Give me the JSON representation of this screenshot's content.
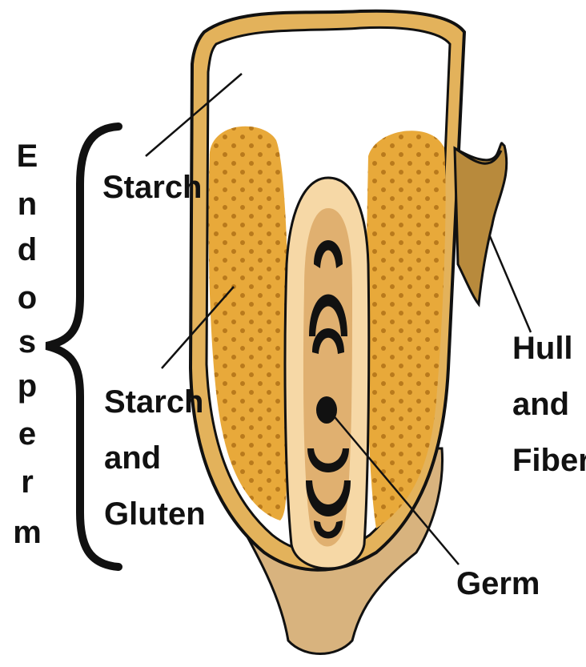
{
  "diagram": {
    "side_label": "Endosperm",
    "side_letters": [
      "E",
      "n",
      "d",
      "o",
      "s",
      "p",
      "e",
      "r",
      "m"
    ],
    "labels": {
      "starch": "Starch",
      "starch_gluten_line1": "Starch",
      "starch_gluten_line2": "and",
      "starch_gluten_line3": "Gluten",
      "hull_line1": "Hull",
      "hull_line2": "and",
      "hull_line3": "Fiber",
      "germ": "Germ"
    },
    "colors": {
      "hull": "#e3b25b",
      "hull_dark": "#b88a3c",
      "gluten_fill": "#e8a93a",
      "gluten_dot": "#b97a1c",
      "germ_light": "#f6d8a6",
      "germ_mid": "#e0b070",
      "base": "#d8b37e",
      "outline": "#111111"
    }
  }
}
